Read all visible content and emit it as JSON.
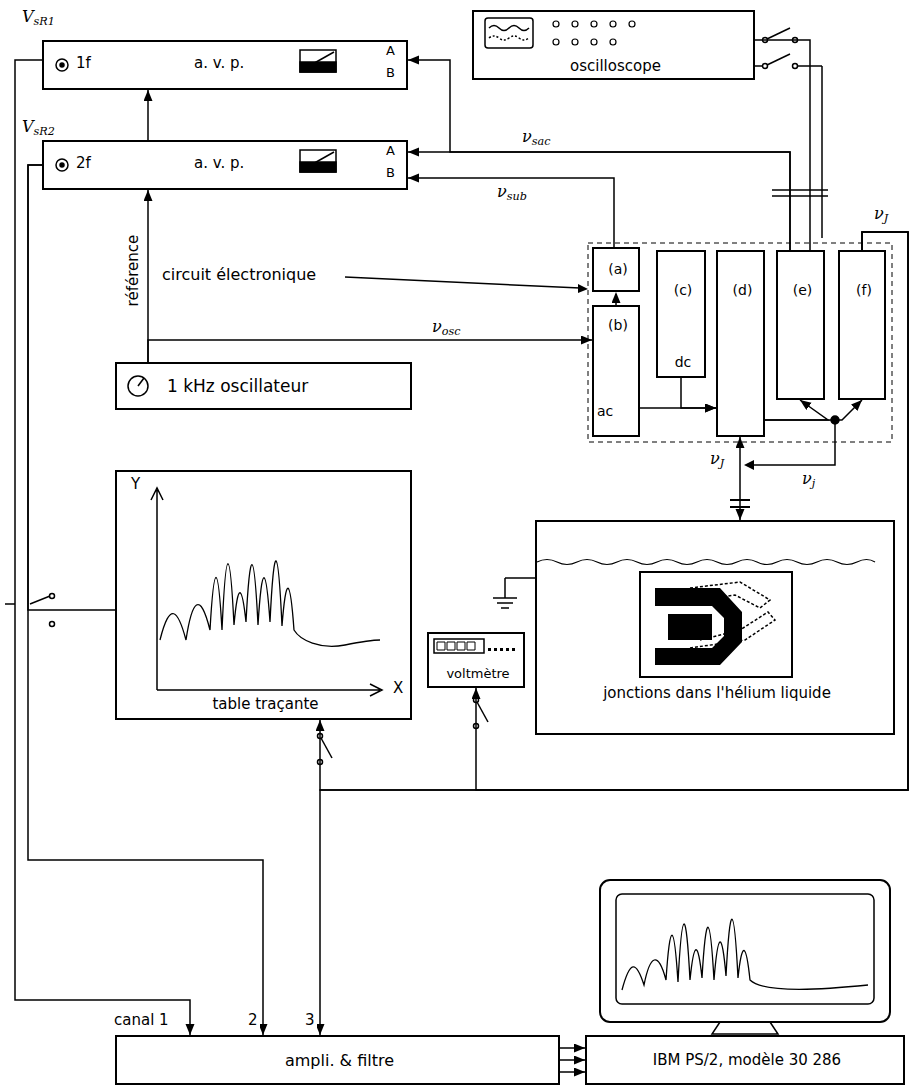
{
  "diagram": {
    "nodes": [
      {
        "text": [
          "1f",
          "a. v. p.",
          "A",
          "B"
        ]
      },
      {
        "text": [
          "2f",
          "a. v. p.",
          "A",
          "B"
        ]
      },
      {
        "text": [
          "oscilloscope"
        ]
      },
      {
        "text": [
          "(a)"
        ]
      },
      {
        "text": [
          "(b)",
          "ac"
        ]
      },
      {
        "text": [
          "(c)",
          "dc"
        ]
      },
      {
        "text": [
          "(d)"
        ]
      },
      {
        "text": [
          "(e)"
        ]
      },
      {
        "text": [
          "(f)"
        ]
      },
      {
        "text": [
          "1 kHz oscillateur"
        ]
      },
      {
        "text": [
          "table traçante",
          "Y",
          "X"
        ]
      },
      {
        "text": [
          "voltmètre"
        ]
      },
      {
        "text": [
          "jonctions dans l'hélium liquide"
        ]
      },
      {
        "text": [
          "ampli. & filtre"
        ]
      },
      {
        "text": [
          "IBM PS/2, modèle 30 286"
        ]
      }
    ],
    "edges": [
      {
        "from": 9,
        "to": 1,
        "arrow": "to",
        "label": "référence"
      },
      {
        "from": 1,
        "to": 0,
        "arrow": "to"
      },
      {
        "from": 9,
        "to": 4,
        "arrow": "to",
        "label": "νosc"
      },
      {
        "from": 7,
        "to": 1,
        "arrow": "to",
        "label": "νsac"
      },
      {
        "from": 7,
        "to": 0,
        "arrow": "to"
      },
      {
        "from": 3,
        "to": 1,
        "arrow": "to",
        "label": "νsub"
      },
      {
        "from": 7,
        "to": 2,
        "arrow": "none"
      },
      {
        "from": 4,
        "to": 3,
        "arrow": "to"
      },
      {
        "from": 4,
        "to": 6,
        "arrow": "to"
      },
      {
        "from": 5,
        "to": 6,
        "arrow": "to"
      },
      {
        "from": 6,
        "to": 7,
        "arrow": "to"
      },
      {
        "from": 6,
        "to": 8,
        "arrow": "to"
      },
      {
        "from": 6,
        "to": 12,
        "arrow": "both",
        "label": "νJ"
      },
      {
        "from": 8,
        "to": 11,
        "arrow": "to",
        "label": "νJ"
      },
      {
        "from": 8,
        "to": 10,
        "arrow": "to"
      },
      {
        "from": 8,
        "to": 13,
        "arrow": "to"
      },
      {
        "from": 0,
        "to": 13,
        "arrow": "to",
        "label": "VsR1"
      },
      {
        "from": 1,
        "to": 13,
        "arrow": "to",
        "label": "VsR2"
      },
      {
        "from": 1,
        "to": 10,
        "arrow": "none"
      },
      {
        "from": 13,
        "to": 14,
        "arrow": "to"
      }
    ],
    "labels": [
      "circuit électronique",
      "νj",
      "canal 1",
      "2",
      "3"
    ]
  }
}
